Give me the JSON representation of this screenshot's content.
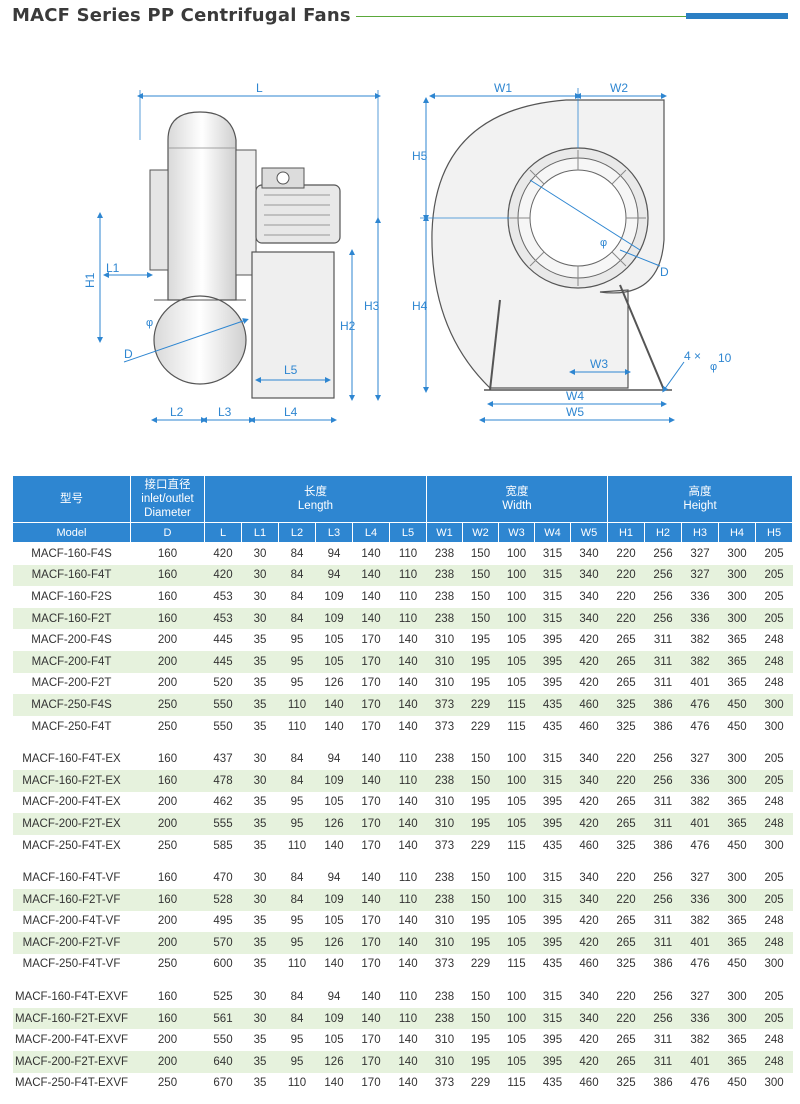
{
  "title": "MACF Series PP Centrifugal Fans",
  "colors": {
    "accent_blue": "#2e86d1",
    "accent_green": "#5aa83a",
    "row_band": "#e6f2dd"
  },
  "drawing": {
    "side_view": {
      "labels": {
        "L": "L",
        "L1": "L1",
        "L2": "L2",
        "L3": "L3",
        "L4": "L4",
        "L5": "L5",
        "H1": "H1",
        "H2": "H2",
        "H3": "H3",
        "D": "D",
        "phi": "φ"
      }
    },
    "front_view": {
      "labels": {
        "W1": "W1",
        "W2": "W2",
        "W3": "W3",
        "W4": "W4",
        "W5": "W5",
        "H4": "H4",
        "H5": "H5",
        "D": "D",
        "phi": "φ",
        "hole_count": "4 ×",
        "hole_diameter": "10"
      }
    }
  },
  "table": {
    "group_headers": {
      "model_cn": "型号",
      "inlet_cn": "接口直径",
      "inlet_en": "inlet/outlet",
      "inlet_en2": "Diameter",
      "length_cn": "长度",
      "length_en": "Length",
      "width_cn": "宽度",
      "width_en": "Width",
      "height_cn": "高度",
      "height_en": "Height"
    },
    "columns": [
      "Model",
      "D",
      "L",
      "L1",
      "L2",
      "L3",
      "L4",
      "L5",
      "W1",
      "W2",
      "W3",
      "W4",
      "W5",
      "H1",
      "H2",
      "H3",
      "H4",
      "H5"
    ],
    "groups": [
      [
        [
          "MACF-160-F4S",
          "160",
          "420",
          "30",
          "84",
          "94",
          "140",
          "110",
          "238",
          "150",
          "100",
          "315",
          "340",
          "220",
          "256",
          "327",
          "300",
          "205"
        ],
        [
          "MACF-160-F4T",
          "160",
          "420",
          "30",
          "84",
          "94",
          "140",
          "110",
          "238",
          "150",
          "100",
          "315",
          "340",
          "220",
          "256",
          "327",
          "300",
          "205"
        ],
        [
          "MACF-160-F2S",
          "160",
          "453",
          "30",
          "84",
          "109",
          "140",
          "110",
          "238",
          "150",
          "100",
          "315",
          "340",
          "220",
          "256",
          "336",
          "300",
          "205"
        ],
        [
          "MACF-160-F2T",
          "160",
          "453",
          "30",
          "84",
          "109",
          "140",
          "110",
          "238",
          "150",
          "100",
          "315",
          "340",
          "220",
          "256",
          "336",
          "300",
          "205"
        ],
        [
          "MACF-200-F4S",
          "200",
          "445",
          "35",
          "95",
          "105",
          "170",
          "140",
          "310",
          "195",
          "105",
          "395",
          "420",
          "265",
          "311",
          "382",
          "365",
          "248"
        ],
        [
          "MACF-200-F4T",
          "200",
          "445",
          "35",
          "95",
          "105",
          "170",
          "140",
          "310",
          "195",
          "105",
          "395",
          "420",
          "265",
          "311",
          "382",
          "365",
          "248"
        ],
        [
          "MACF-200-F2T",
          "200",
          "520",
          "35",
          "95",
          "126",
          "170",
          "140",
          "310",
          "195",
          "105",
          "395",
          "420",
          "265",
          "311",
          "401",
          "365",
          "248"
        ],
        [
          "MACF-250-F4S",
          "250",
          "550",
          "35",
          "110",
          "140",
          "170",
          "140",
          "373",
          "229",
          "115",
          "435",
          "460",
          "325",
          "386",
          "476",
          "450",
          "300"
        ],
        [
          "MACF-250-F4T",
          "250",
          "550",
          "35",
          "110",
          "140",
          "170",
          "140",
          "373",
          "229",
          "115",
          "435",
          "460",
          "325",
          "386",
          "476",
          "450",
          "300"
        ]
      ],
      [
        [
          "MACF-160-F4T-EX",
          "160",
          "437",
          "30",
          "84",
          "94",
          "140",
          "110",
          "238",
          "150",
          "100",
          "315",
          "340",
          "220",
          "256",
          "327",
          "300",
          "205"
        ],
        [
          "MACF-160-F2T-EX",
          "160",
          "478",
          "30",
          "84",
          "109",
          "140",
          "110",
          "238",
          "150",
          "100",
          "315",
          "340",
          "220",
          "256",
          "336",
          "300",
          "205"
        ],
        [
          "MACF-200-F4T-EX",
          "200",
          "462",
          "35",
          "95",
          "105",
          "170",
          "140",
          "310",
          "195",
          "105",
          "395",
          "420",
          "265",
          "311",
          "382",
          "365",
          "248"
        ],
        [
          "MACF-200-F2T-EX",
          "200",
          "555",
          "35",
          "95",
          "126",
          "170",
          "140",
          "310",
          "195",
          "105",
          "395",
          "420",
          "265",
          "311",
          "401",
          "365",
          "248"
        ],
        [
          "MACF-250-F4T-EX",
          "250",
          "585",
          "35",
          "110",
          "140",
          "170",
          "140",
          "373",
          "229",
          "115",
          "435",
          "460",
          "325",
          "386",
          "476",
          "450",
          "300"
        ]
      ],
      [
        [
          "MACF-160-F4T-VF",
          "160",
          "470",
          "30",
          "84",
          "94",
          "140",
          "110",
          "238",
          "150",
          "100",
          "315",
          "340",
          "220",
          "256",
          "327",
          "300",
          "205"
        ],
        [
          "MACF-160-F2T-VF",
          "160",
          "528",
          "30",
          "84",
          "109",
          "140",
          "110",
          "238",
          "150",
          "100",
          "315",
          "340",
          "220",
          "256",
          "336",
          "300",
          "205"
        ],
        [
          "MACF-200-F4T-VF",
          "200",
          "495",
          "35",
          "95",
          "105",
          "170",
          "140",
          "310",
          "195",
          "105",
          "395",
          "420",
          "265",
          "311",
          "382",
          "365",
          "248"
        ],
        [
          "MACF-200-F2T-VF",
          "200",
          "570",
          "35",
          "95",
          "126",
          "170",
          "140",
          "310",
          "195",
          "105",
          "395",
          "420",
          "265",
          "311",
          "401",
          "365",
          "248"
        ],
        [
          "MACF-250-F4T-VF",
          "250",
          "600",
          "35",
          "110",
          "140",
          "170",
          "140",
          "373",
          "229",
          "115",
          "435",
          "460",
          "325",
          "386",
          "476",
          "450",
          "300"
        ]
      ],
      [
        [
          "MACF-160-F4T-EXVF",
          "160",
          "525",
          "30",
          "84",
          "94",
          "140",
          "110",
          "238",
          "150",
          "100",
          "315",
          "340",
          "220",
          "256",
          "327",
          "300",
          "205"
        ],
        [
          "MACF-160-F2T-EXVF",
          "160",
          "561",
          "30",
          "84",
          "109",
          "140",
          "110",
          "238",
          "150",
          "100",
          "315",
          "340",
          "220",
          "256",
          "336",
          "300",
          "205"
        ],
        [
          "MACF-200-F4T-EXVF",
          "200",
          "550",
          "35",
          "95",
          "105",
          "170",
          "140",
          "310",
          "195",
          "105",
          "395",
          "420",
          "265",
          "311",
          "382",
          "365",
          "248"
        ],
        [
          "MACF-200-F2T-EXVF",
          "200",
          "640",
          "35",
          "95",
          "126",
          "170",
          "140",
          "310",
          "195",
          "105",
          "395",
          "420",
          "265",
          "311",
          "401",
          "365",
          "248"
        ],
        [
          "MACF-250-F4T-EXVF",
          "250",
          "670",
          "35",
          "110",
          "140",
          "170",
          "140",
          "373",
          "229",
          "115",
          "435",
          "460",
          "325",
          "386",
          "476",
          "450",
          "300"
        ]
      ]
    ]
  }
}
